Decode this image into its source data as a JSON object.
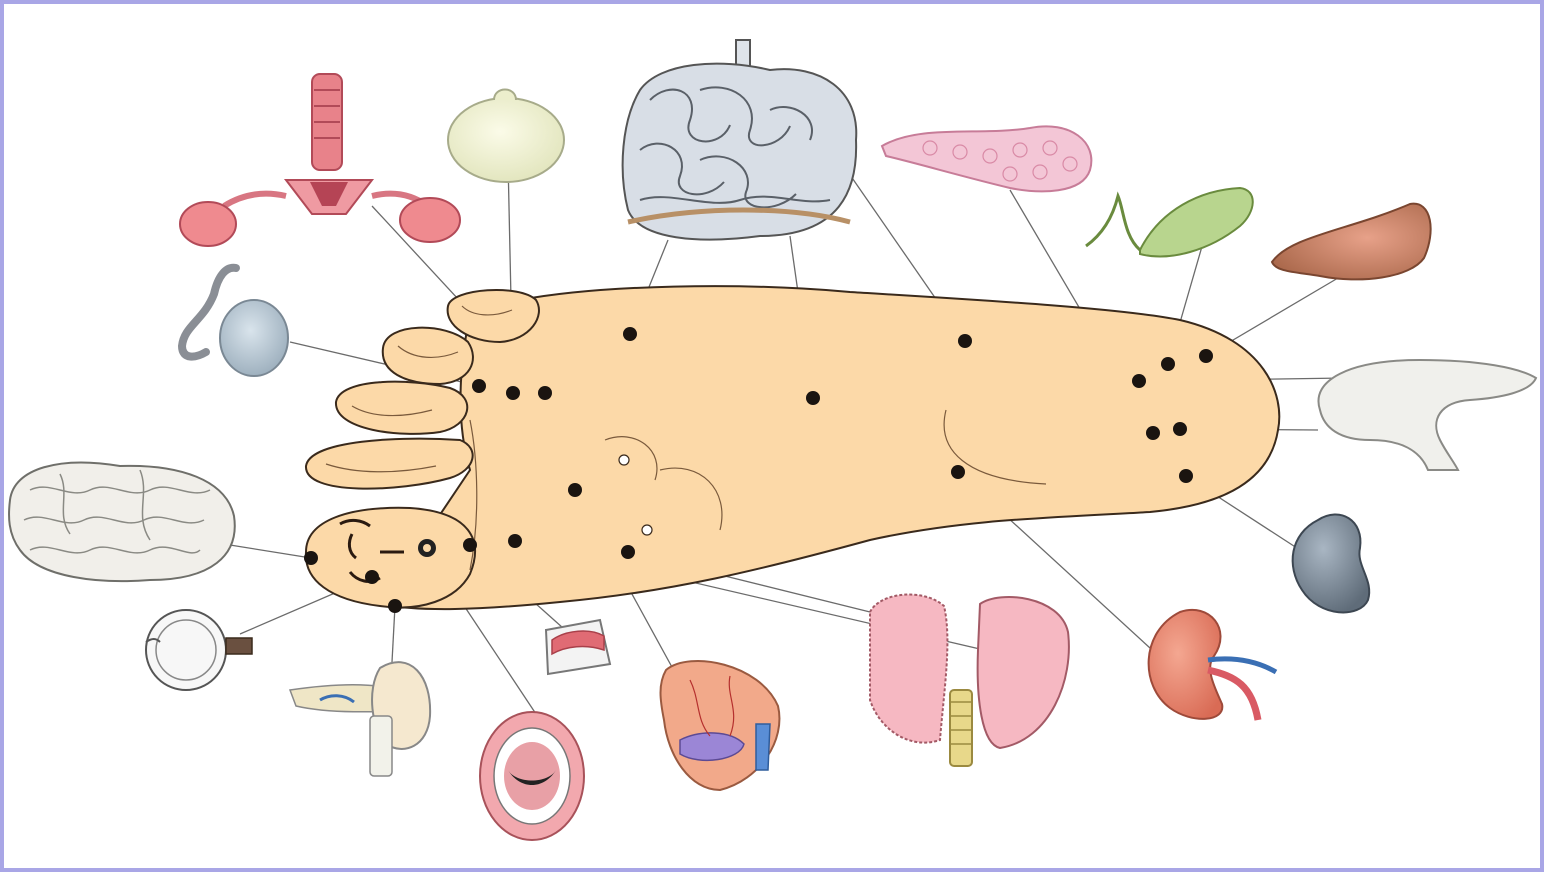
{
  "figure": {
    "subject": "foot-reflexology-map",
    "colors": {
      "frame": "#a9a6e6",
      "skin": "#fcd9a8",
      "skin_outline": "#3a2a1c",
      "point": "#1a1410",
      "leader_line": "#6b6b6b"
    },
    "organs": [
      "uterus-ovaries",
      "pituitary-gland",
      "small-intestine",
      "pancreas",
      "gallbladder",
      "liver",
      "stomach",
      "spleen",
      "kidney",
      "lungs",
      "heart",
      "tongue",
      "mouth",
      "ear",
      "eye",
      "brain",
      "bladder"
    ]
  }
}
